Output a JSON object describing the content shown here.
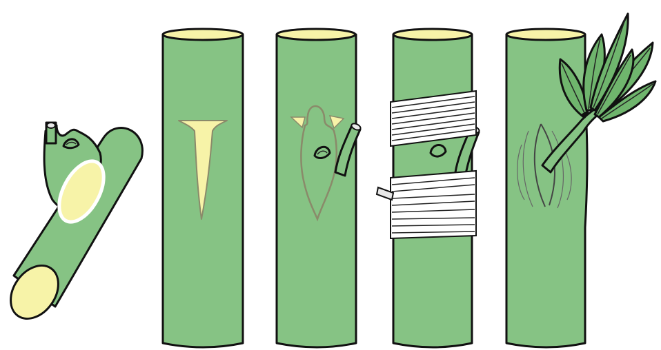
{
  "figure": {
    "colors": {
      "bark": "#86c384",
      "wood": "#f7f3a8",
      "outline": "#111111",
      "tape": "#ffffff",
      "leaf": "#6fb56d"
    },
    "steps": [
      {
        "id": "bud-shield"
      },
      {
        "id": "t-cut"
      },
      {
        "id": "bud-inserted"
      },
      {
        "id": "bud-wrapped"
      },
      {
        "id": "bud-sprouting"
      }
    ]
  }
}
